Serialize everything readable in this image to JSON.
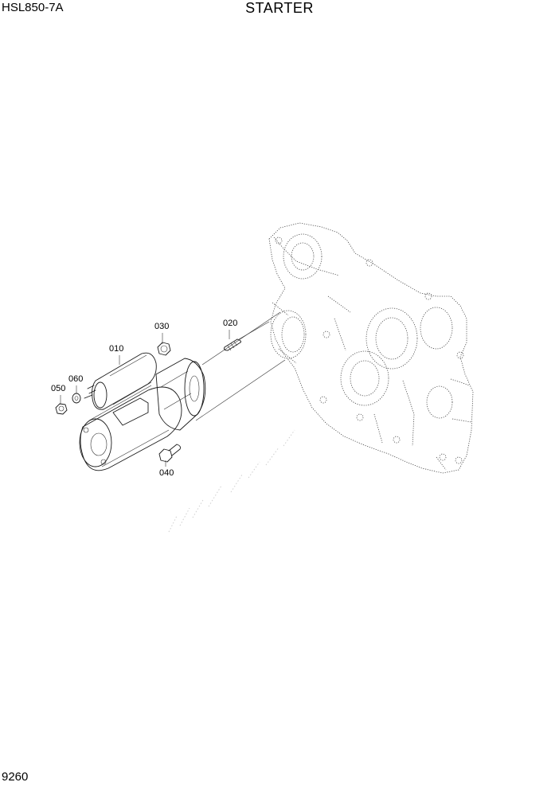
{
  "header": {
    "model": "HSL850-7A",
    "title": "STARTER"
  },
  "footer": {
    "page_number": "9260"
  },
  "callouts": {
    "c010": "010",
    "c020": "020",
    "c030": "030",
    "c040": "040",
    "c050": "050",
    "c060": "060"
  }
}
